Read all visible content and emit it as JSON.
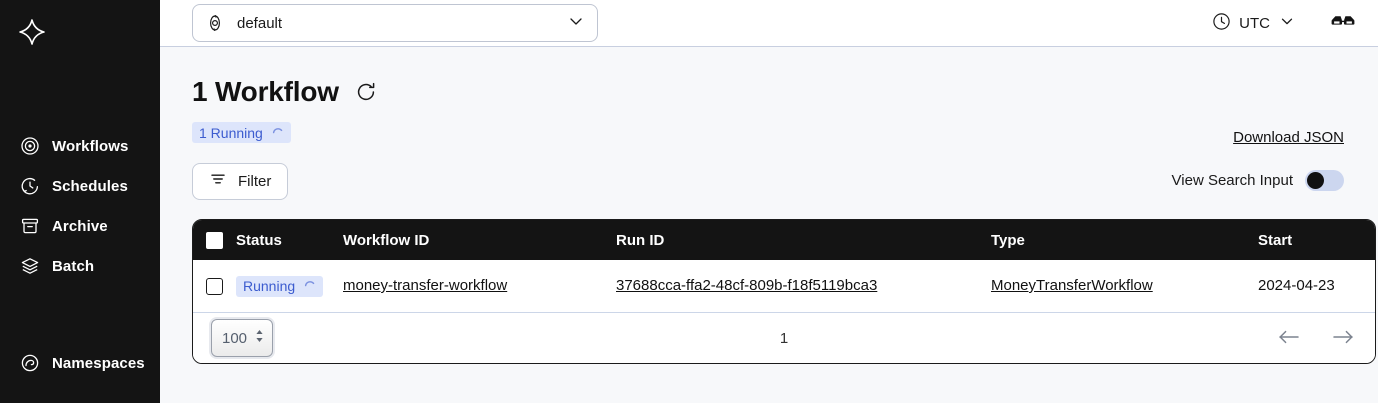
{
  "sidebar": {
    "logo_icon": "temporal-logo-icon",
    "primary_items": [
      {
        "label": "Workflows",
        "icon": "workflows-icon"
      },
      {
        "label": "Schedules",
        "icon": "schedules-icon"
      },
      {
        "label": "Archive",
        "icon": "archive-icon"
      },
      {
        "label": "Batch",
        "icon": "batch-icon"
      }
    ],
    "secondary_items": [
      {
        "label": "Namespaces",
        "icon": "namespaces-icon"
      }
    ]
  },
  "topbar": {
    "namespace": {
      "value": "default",
      "icon": "namespace-icon",
      "chevron": "chevron-down-icon"
    },
    "timezone": {
      "value": "UTC",
      "icon": "clock-icon",
      "chevron": "chevron-down-icon"
    },
    "data_encoder": {
      "icon": "glasses-icon"
    }
  },
  "main": {
    "page_title": "1 Workflow",
    "refresh_icon": "refresh-icon",
    "status_badge": {
      "label": "1 Running",
      "spinner_icon": "spinner-icon"
    },
    "download_json_label": "Download JSON",
    "filter_button": {
      "label": "Filter",
      "icon": "filter-icon"
    },
    "view_search_input": {
      "label": "View Search Input",
      "state": "off"
    }
  },
  "table": {
    "columns": [
      "Status",
      "Workflow ID",
      "Run ID",
      "Type",
      "Start"
    ],
    "rows": [
      {
        "status": "Running",
        "workflow_id": "money-transfer-workflow",
        "run_id": "37688cca-ffa2-48cf-809b-f18f5119bca3",
        "type": "MoneyTransferWorkflow",
        "start": "2024-04-23"
      }
    ]
  },
  "footer": {
    "page_size": "100",
    "page_indicator": "1",
    "prev_icon": "arrow-left-icon",
    "next_icon": "arrow-right-icon"
  },
  "colors": {
    "sidebar_bg": "#141414",
    "page_bg": "#f7f8fa",
    "badge_bg": "#dde5fb",
    "badge_text": "#3c5ccf",
    "table_header_bg": "#141414"
  }
}
